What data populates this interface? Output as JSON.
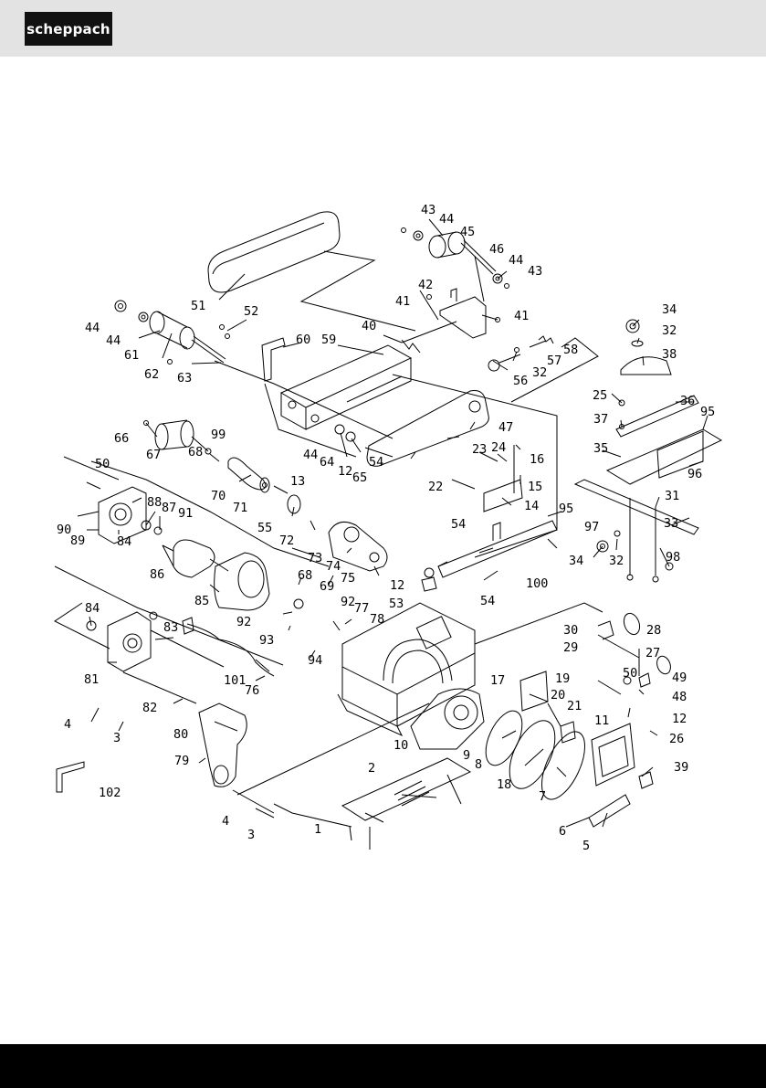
{
  "header": {
    "brand": "scheppach",
    "brand_color": "#111111",
    "bar_color": "#e3e3e3"
  },
  "footer": {
    "color": "#000000"
  },
  "diagram": {
    "type": "exploded-parts-drawing",
    "labels": [
      {
        "id": "l43a",
        "text": "43"
      },
      {
        "id": "l44a",
        "text": "44"
      },
      {
        "id": "l45",
        "text": "45"
      },
      {
        "id": "l46",
        "text": "46"
      },
      {
        "id": "l44b",
        "text": "44"
      },
      {
        "id": "l43b",
        "text": "43"
      },
      {
        "id": "l42",
        "text": "42"
      },
      {
        "id": "l41a",
        "text": "41"
      },
      {
        "id": "l41b",
        "text": "41"
      },
      {
        "id": "l40",
        "text": "40"
      },
      {
        "id": "l51",
        "text": "51"
      },
      {
        "id": "l52",
        "text": "52"
      },
      {
        "id": "l44c",
        "text": "44"
      },
      {
        "id": "l44d",
        "text": "44"
      },
      {
        "id": "l61",
        "text": "61"
      },
      {
        "id": "l62",
        "text": "62"
      },
      {
        "id": "l63",
        "text": "63"
      },
      {
        "id": "l60",
        "text": "60"
      },
      {
        "id": "l59",
        "text": "59"
      },
      {
        "id": "l34a",
        "text": "34"
      },
      {
        "id": "l32a",
        "text": "32"
      },
      {
        "id": "l38",
        "text": "38"
      },
      {
        "id": "l58",
        "text": "58"
      },
      {
        "id": "l57",
        "text": "57"
      },
      {
        "id": "l32b",
        "text": "32"
      },
      {
        "id": "l56",
        "text": "56"
      },
      {
        "id": "l25",
        "text": "25"
      },
      {
        "id": "l36",
        "text": "36"
      },
      {
        "id": "l95a",
        "text": "95"
      },
      {
        "id": "l37",
        "text": "37"
      },
      {
        "id": "l35",
        "text": "35"
      },
      {
        "id": "l96",
        "text": "96"
      },
      {
        "id": "l47",
        "text": "47"
      },
      {
        "id": "l44e",
        "text": "44"
      },
      {
        "id": "l64",
        "text": "64"
      },
      {
        "id": "l12a",
        "text": "12"
      },
      {
        "id": "l65",
        "text": "65"
      },
      {
        "id": "l54a",
        "text": "54"
      },
      {
        "id": "l23",
        "text": "23"
      },
      {
        "id": "l24",
        "text": "24"
      },
      {
        "id": "l16",
        "text": "16"
      },
      {
        "id": "l15",
        "text": "15"
      },
      {
        "id": "l22",
        "text": "22"
      },
      {
        "id": "l14",
        "text": "14"
      },
      {
        "id": "l66",
        "text": "66"
      },
      {
        "id": "l67",
        "text": "67"
      },
      {
        "id": "l99",
        "text": "99"
      },
      {
        "id": "l68a",
        "text": "68"
      },
      {
        "id": "l50a",
        "text": "50"
      },
      {
        "id": "l70",
        "text": "70"
      },
      {
        "id": "l71",
        "text": "71"
      },
      {
        "id": "l13",
        "text": "13"
      },
      {
        "id": "l88",
        "text": "88"
      },
      {
        "id": "l91",
        "text": "91"
      },
      {
        "id": "l87",
        "text": "87"
      },
      {
        "id": "l90",
        "text": "90"
      },
      {
        "id": "l89",
        "text": "89"
      },
      {
        "id": "l84a",
        "text": "84"
      },
      {
        "id": "l55",
        "text": "55"
      },
      {
        "id": "l72",
        "text": "72"
      },
      {
        "id": "l31",
        "text": "31"
      },
      {
        "id": "l95b",
        "text": "95"
      },
      {
        "id": "l97",
        "text": "97"
      },
      {
        "id": "l33",
        "text": "33"
      },
      {
        "id": "l54b",
        "text": "54"
      },
      {
        "id": "l86",
        "text": "86"
      },
      {
        "id": "l73",
        "text": "73"
      },
      {
        "id": "l74",
        "text": "74"
      },
      {
        "id": "l68b",
        "text": "68"
      },
      {
        "id": "l75",
        "text": "75"
      },
      {
        "id": "l69",
        "text": "69"
      },
      {
        "id": "l34b",
        "text": "34"
      },
      {
        "id": "l32c",
        "text": "32"
      },
      {
        "id": "l98",
        "text": "98"
      },
      {
        "id": "l100",
        "text": "100"
      },
      {
        "id": "l85",
        "text": "85"
      },
      {
        "id": "l12b",
        "text": "12"
      },
      {
        "id": "l54c",
        "text": "54"
      },
      {
        "id": "l53",
        "text": "53"
      },
      {
        "id": "l84b",
        "text": "84"
      },
      {
        "id": "l92a",
        "text": "92"
      },
      {
        "id": "l92b",
        "text": "92"
      },
      {
        "id": "l77",
        "text": "77"
      },
      {
        "id": "l78",
        "text": "78"
      },
      {
        "id": "l83",
        "text": "83"
      },
      {
        "id": "l93",
        "text": "93"
      },
      {
        "id": "l30",
        "text": "30"
      },
      {
        "id": "l28",
        "text": "28"
      },
      {
        "id": "l29",
        "text": "29"
      },
      {
        "id": "l81",
        "text": "81"
      },
      {
        "id": "l94",
        "text": "94"
      },
      {
        "id": "l101",
        "text": "101"
      },
      {
        "id": "l76",
        "text": "76"
      },
      {
        "id": "l17",
        "text": "17"
      },
      {
        "id": "l27",
        "text": "27"
      },
      {
        "id": "l19",
        "text": "19"
      },
      {
        "id": "l50b",
        "text": "50"
      },
      {
        "id": "l49",
        "text": "49"
      },
      {
        "id": "l48",
        "text": "48"
      },
      {
        "id": "l82",
        "text": "82"
      },
      {
        "id": "l20",
        "text": "20"
      },
      {
        "id": "l12c",
        "text": "12"
      },
      {
        "id": "l21",
        "text": "21"
      },
      {
        "id": "l4a",
        "text": "4"
      },
      {
        "id": "l3a",
        "text": "3"
      },
      {
        "id": "l80",
        "text": "80"
      },
      {
        "id": "l10",
        "text": "10"
      },
      {
        "id": "l11",
        "text": "11"
      },
      {
        "id": "l26",
        "text": "26"
      },
      {
        "id": "l9",
        "text": "9"
      },
      {
        "id": "l8",
        "text": "8"
      },
      {
        "id": "l79",
        "text": "79"
      },
      {
        "id": "l39",
        "text": "39"
      },
      {
        "id": "l18",
        "text": "18"
      },
      {
        "id": "l2",
        "text": "2"
      },
      {
        "id": "l102",
        "text": "102"
      },
      {
        "id": "l7",
        "text": "7"
      },
      {
        "id": "l4b",
        "text": "4"
      },
      {
        "id": "l3b",
        "text": "3"
      },
      {
        "id": "l1",
        "text": "1"
      },
      {
        "id": "l6",
        "text": "6"
      },
      {
        "id": "l5",
        "text": "5"
      }
    ]
  }
}
